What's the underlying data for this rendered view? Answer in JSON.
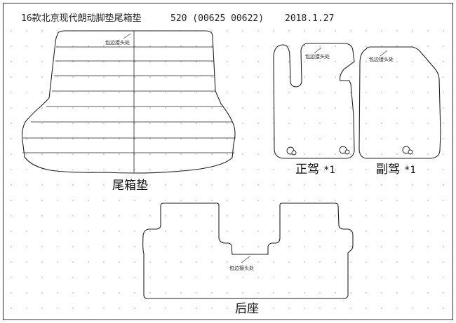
{
  "header": {
    "title": "16款北京现代朗动脚垫尾箱垫",
    "code": "520 (00625 00622)",
    "date": "2018.1.27"
  },
  "parts": {
    "trunk": {
      "label": "尾箱垫",
      "note": "包边接头处"
    },
    "driver": {
      "label": "正驾",
      "count": "*1",
      "note": "包边接头处"
    },
    "passenger": {
      "label": "副驾",
      "count": "*1",
      "note": "包边接头处"
    },
    "rear": {
      "label": "后座",
      "note": "包边接头处"
    }
  }
}
